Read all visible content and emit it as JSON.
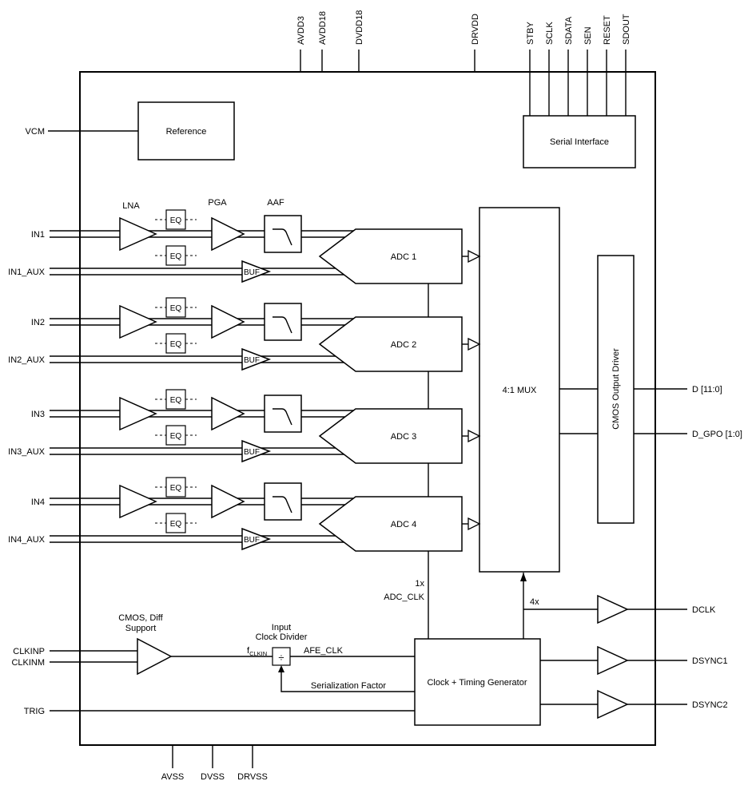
{
  "colors": {
    "line": "#000000",
    "background": "#ffffff"
  },
  "pins": {
    "top": [
      "AVDD3",
      "AVDD18",
      "DVDD18",
      "DRVDD",
      "STBY",
      "SCLK",
      "SDATA",
      "SEN",
      "RESET",
      "SDOUT"
    ],
    "bottom": [
      "AVSS",
      "DVSS",
      "DRVSS"
    ],
    "left": {
      "vcm": "VCM",
      "clkinp": "CLKINP",
      "clkinm": "CLKINM",
      "trig": "TRIG"
    },
    "right": {
      "d": "D [11:0]",
      "d_gpo": "D_GPO [1:0]",
      "dclk": "DCLK",
      "dsync1": "DSYNC1",
      "dsync2": "DSYNC2"
    }
  },
  "channels": [
    {
      "in": "IN1",
      "aux": "IN1_AUX",
      "adc": "ADC 1"
    },
    {
      "in": "IN2",
      "aux": "IN2_AUX",
      "adc": "ADC 2"
    },
    {
      "in": "IN3",
      "aux": "IN3_AUX",
      "adc": "ADC 3"
    },
    {
      "in": "IN4",
      "aux": "IN4_AUX",
      "adc": "ADC 4"
    }
  ],
  "blocks": {
    "reference": "Reference",
    "serial_interface": "Serial Interface",
    "mux": "4:1 MUX",
    "cmos_output_driver": "CMOS Output Driver",
    "clock_timing_generator": "Clock + Timing Generator"
  },
  "labels": {
    "lna": "LNA",
    "pga": "PGA",
    "aaf": "AAF",
    "eq": "EQ",
    "buf": "BUF",
    "clock_support_line1": "CMOS, Diff",
    "clock_support_line2": "Support",
    "divider_label_line1": "Input",
    "divider_label_line2": "Clock Divider",
    "divider_symbol": "÷",
    "fclkin_base": "f",
    "fclkin_sub": "CLKIN",
    "afe_clk": "AFE_CLK",
    "serialization_factor": "Serialization Factor",
    "adc_clk_ratio": "1x",
    "adc_clk": "ADC_CLK",
    "dclk_ratio": "4x"
  }
}
